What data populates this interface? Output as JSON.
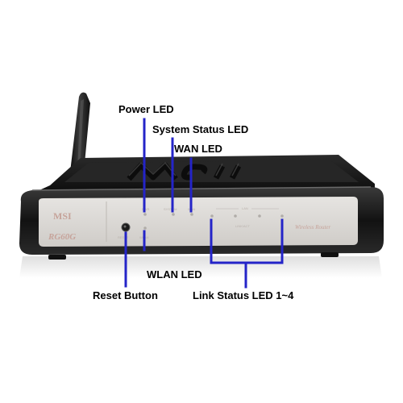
{
  "device": {
    "brand": "MSI",
    "model": "RG60G",
    "type_label": "Wireless Router",
    "top_logo": "MSI"
  },
  "callouts": {
    "power_led": "Power LED",
    "system_status_led": "System Status LED",
    "wan_led": "WAN LED",
    "wlan_led": "WLAN LED",
    "reset_button": "Reset Button",
    "link_status_led": "Link Status LED 1~4"
  },
  "panel_labels": {
    "power": "PWR",
    "system": "SYSTEM",
    "wan": "WAN",
    "lan": "LAN",
    "link_act": "LINK/ACT",
    "reset": "RESET",
    "wlan": "WLAN"
  },
  "colors": {
    "callout_line": "#2424c8",
    "panel": "#d8d6d3",
    "body": "#151515"
  }
}
